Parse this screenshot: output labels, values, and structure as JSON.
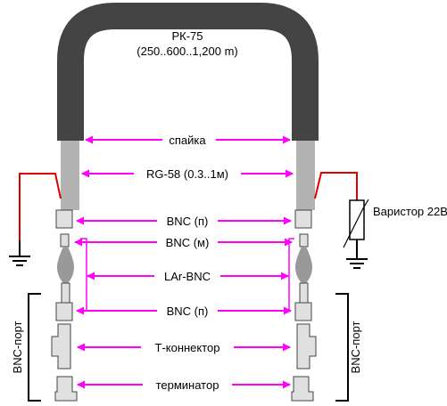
{
  "cable": {
    "title": "РК-75",
    "length": "(250..600..1,200 m)"
  },
  "labels": {
    "solder": "спайка",
    "rg58": "RG-58 (0.3..1м)",
    "bnc_p_top": "BNC (п)",
    "bnc_m": "BNC (м)",
    "lar_bnc": "LAr-BNC",
    "bnc_p_bottom": "BNC (п)",
    "t_connector": "Т-коннектор",
    "terminator": "терминатор",
    "varistor": "Варистор 22В",
    "bnc_port_left": "BNC-порт",
    "bnc_port_right": "BNC-порт"
  },
  "colors": {
    "cable": "#444444",
    "rg58": "#b3b3b3",
    "connector": "#e0e0e0",
    "wire": "#e00000",
    "arrow": "#ff00ff",
    "ground": "#000000"
  }
}
